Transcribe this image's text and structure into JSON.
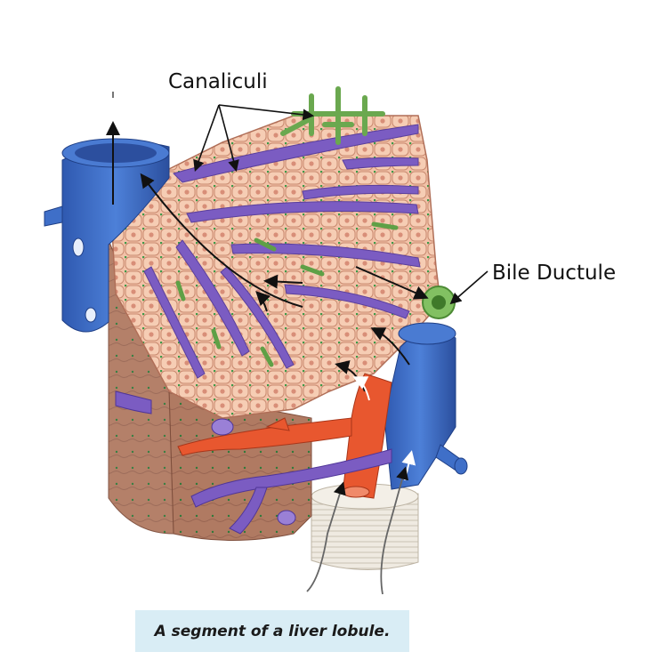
{
  "labels": {
    "canaliculi": "Canaliculi",
    "bile_ductule": "Bile Ductule"
  },
  "caption": "A segment of a liver lobule.",
  "colors": {
    "hepatocyte": "#f0b9a0",
    "hepatocyte_edge": "#c97d66",
    "sinusoid": "#7b5cc2",
    "central_vein": "#3f6fc8",
    "hepatic_artery": "#e8572f",
    "bile_canaliculus": "#6aa84f",
    "portal_tissue": "#a8705a",
    "caption_bg": "#d9edf5"
  }
}
